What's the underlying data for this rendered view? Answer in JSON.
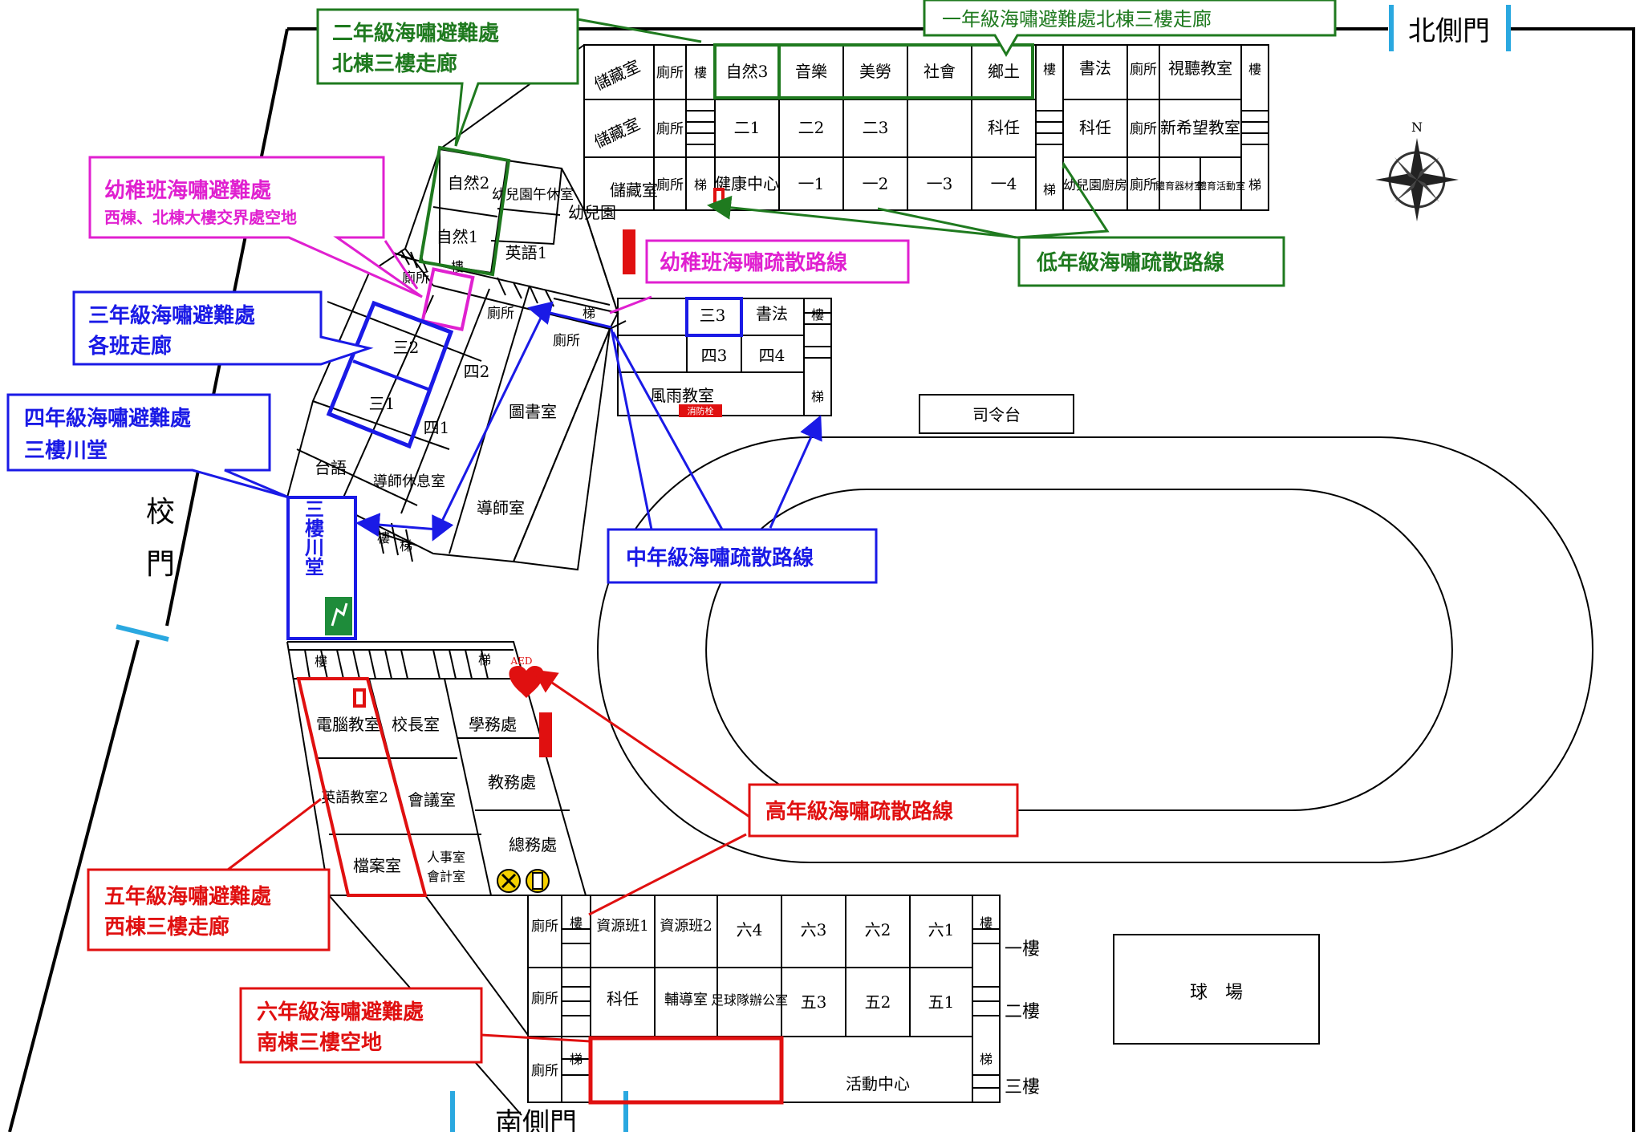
{
  "colors": {
    "green": "#1f7a1f",
    "blue": "#1a1ae6",
    "magenta": "#e020d0",
    "red": "#e01010",
    "gate": "#2aa8e0",
    "exit_green": "#1e8c3a"
  },
  "gates": {
    "north": "北側門",
    "south": "南側門",
    "school_1": "校",
    "school_2": "門"
  },
  "landmarks": {
    "podium": "司令台",
    "ball_court": "球　場",
    "aed": "AED",
    "compass_n": "N",
    "hydrant": "消防栓",
    "floor_1": "一樓",
    "floor_2": "二樓",
    "floor_3": "三樓"
  },
  "north_building": {
    "row1": [
      "儲藏室",
      "廁所",
      "樓",
      "自然3",
      "音樂",
      "美勞",
      "社會",
      "鄉土",
      "樓",
      "書法",
      "廁所",
      "視聽教室",
      "樓"
    ],
    "row2": [
      "儲藏室",
      "廁所",
      "二1",
      "二2",
      "二3",
      "科任",
      "科任",
      "廁所",
      "新希望教室"
    ],
    "row3": [
      "儲藏室",
      "廁所",
      "梯",
      "健康中心",
      "一1",
      "一2",
      "一3",
      "一4",
      "梯",
      "幼兒園廚房",
      "廁所",
      "體育器材室",
      "體育活動室",
      "梯"
    ]
  },
  "west_building": {
    "rooms": [
      "自然2",
      "自然1",
      "幼兒園午休室",
      "英語1",
      "幼兒園",
      "廁所",
      "樓",
      "廁所",
      "廁所",
      "梯",
      "三2",
      "三1",
      "四2",
      "四1",
      "圖書室",
      "台語",
      "導師休息室",
      "導師室",
      "樓",
      "梯"
    ],
    "hall_vertical": "三樓川堂"
  },
  "middle_building": {
    "rooms": [
      "三3",
      "書法",
      "樓",
      "四3",
      "四4",
      "風雨教室",
      "梯"
    ]
  },
  "sw_building": {
    "rooms": [
      "樓",
      "梯",
      "電腦教室",
      "校長室",
      "學務處",
      "英語教室2",
      "會議室",
      "教務處",
      "檔案室",
      "人事室",
      "會計室",
      "總務處"
    ]
  },
  "south_building": {
    "row1": [
      "廁所",
      "樓",
      "資源班1",
      "資源班2",
      "六4",
      "六3",
      "六2",
      "六1",
      "樓"
    ],
    "row2": [
      "廁所",
      "科任",
      "輔導室",
      "足球隊辦公室",
      "五3",
      "五2",
      "五1"
    ],
    "row3": [
      "廁所",
      "梯",
      "活動中心",
      "梯"
    ]
  },
  "callouts": {
    "g2": [
      "二年級海嘯避難處",
      "北棟三樓走廊"
    ],
    "g1": "一年級海嘯避難處北棟三樓走廊",
    "kinder_shelter": [
      "幼稚班海嘯避難處",
      "西棟、北棟大樓交界處空地"
    ],
    "kinder_route": "幼稚班海嘯疏散路線",
    "low_route": "低年級海嘯疏散路線",
    "g3": [
      "三年級海嘯避難處",
      "各班走廊"
    ],
    "g4": [
      "四年級海嘯避難處",
      "三樓川堂"
    ],
    "mid_route": "中年級海嘯疏散路線",
    "high_route": "高年級海嘯疏散路線",
    "g5": [
      "五年級海嘯避難處",
      "西棟三樓走廊"
    ],
    "g6": [
      "六年級海嘯避難處",
      "南棟三樓空地"
    ]
  }
}
